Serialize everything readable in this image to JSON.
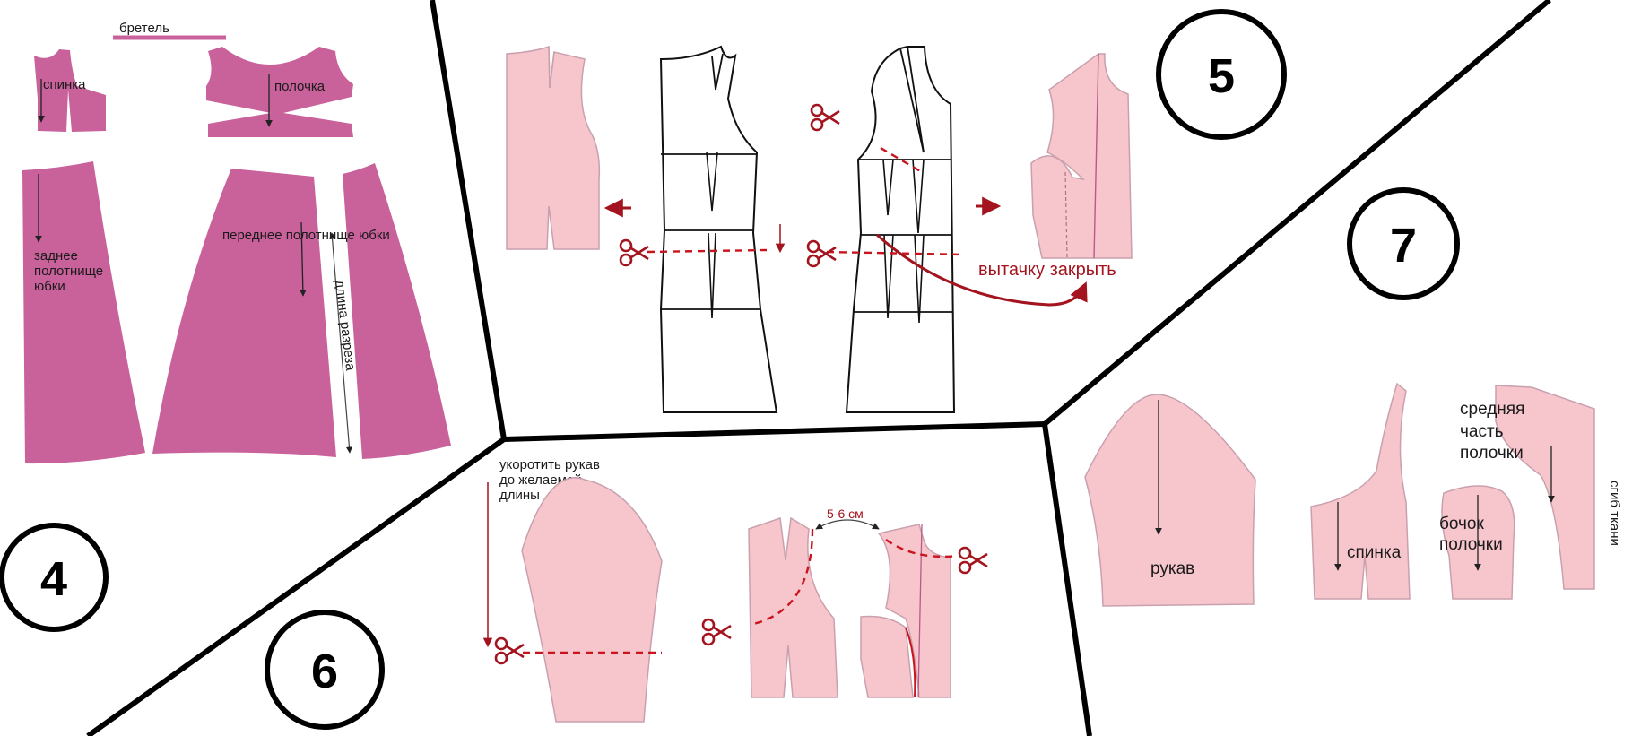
{
  "colors": {
    "magenta": "#c9619b",
    "pink": "#f7c6cc",
    "pink_edge": "#b85a8a",
    "red": "#a3141e"
  },
  "icons": [
    "scissors-icon",
    "arrow-left-icon",
    "arrow-right-icon",
    "curved-arrow-icon",
    "double-arrow-icon"
  ],
  "steps": {
    "s4": {
      "number": "4",
      "strap": "бретель",
      "back": "спинка",
      "front": "полочка",
      "back_skirt_l1": "заднее",
      "back_skirt_l2": "полотнище",
      "back_skirt_l3": "юбки",
      "front_skirt": "переднее полотнище юбки",
      "slit": "длина разреза"
    },
    "s5": {
      "number": "5",
      "close_dart": "вытачку закрыть"
    },
    "s6": {
      "number": "6",
      "shorten_l1": "укоротить рукав",
      "shorten_l2": "до желаемой",
      "shorten_l3": "длины",
      "gap": "5-6 см"
    },
    "s7": {
      "number": "7",
      "sleeve": "рукав",
      "back": "спинка",
      "side_l1": "бочок",
      "side_l2": "полочки",
      "middle_l1": "средняя",
      "middle_l2": "часть",
      "middle_l3": "полочки",
      "fold": "сгиб ткани"
    }
  }
}
